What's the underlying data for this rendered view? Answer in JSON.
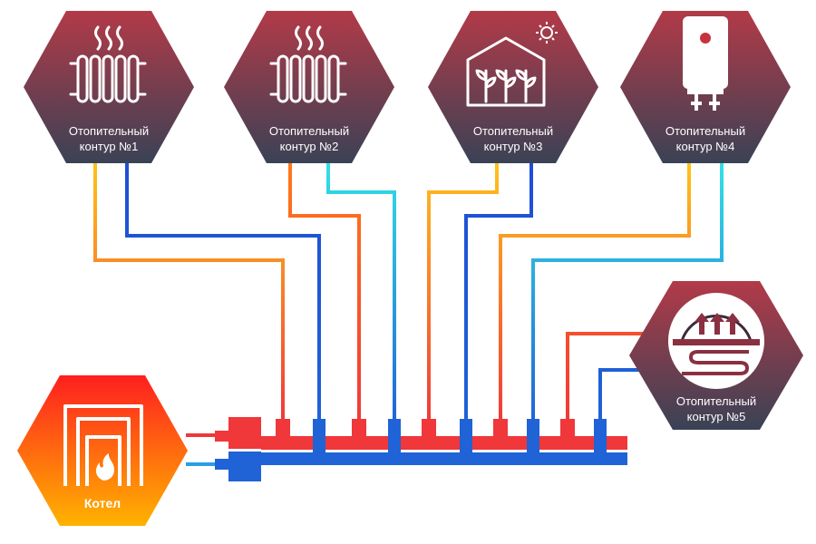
{
  "circuits": [
    {
      "id": "c1",
      "line1": "Отопительный",
      "line2": "контур  №1",
      "icon": "radiator-icon"
    },
    {
      "id": "c2",
      "line1": "Отопительный",
      "line2": "контур  №2",
      "icon": "radiator-icon"
    },
    {
      "id": "c3",
      "line1": "Отопительный",
      "line2": "контур  №3",
      "icon": "greenhouse-icon"
    },
    {
      "id": "c4",
      "line1": "Отопительный",
      "line2": "контур  №4",
      "icon": "water-heater-icon"
    },
    {
      "id": "c5",
      "line1": "Отопительный",
      "line2": "контур  №5",
      "icon": "underfloor-heating-icon"
    }
  ],
  "boiler": {
    "label": "Котел",
    "icon": "boiler-fire-icon"
  },
  "colors": {
    "hex_top": "#b23a48",
    "hex_bottom": "#3a4255",
    "boiler_top": "#ff1f1f",
    "boiler_bottom": "#ffb300",
    "supply": "#f0373a",
    "return": "#1f63d6",
    "supply_light": "#ffc21a",
    "return_light": "#33e0e6"
  }
}
